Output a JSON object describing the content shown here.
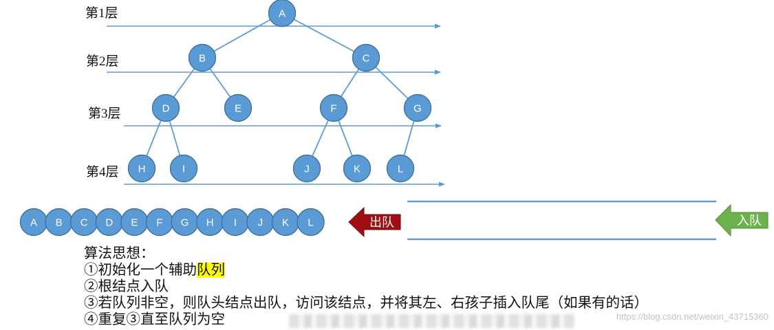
{
  "levels": [
    "第1层",
    "第2层",
    "第3层",
    "第4层"
  ],
  "tree": {
    "nodes": [
      "A",
      "B",
      "C",
      "D",
      "E",
      "F",
      "G",
      "H",
      "I",
      "J",
      "K",
      "L"
    ],
    "edges": [
      [
        0,
        1
      ],
      [
        0,
        2
      ],
      [
        1,
        3
      ],
      [
        1,
        4
      ],
      [
        2,
        5
      ],
      [
        2,
        6
      ],
      [
        3,
        7
      ],
      [
        3,
        8
      ],
      [
        5,
        9
      ],
      [
        5,
        10
      ],
      [
        6,
        11
      ]
    ]
  },
  "output_sequence": [
    "A",
    "B",
    "C",
    "D",
    "E",
    "F",
    "G",
    "H",
    "I",
    "J",
    "K",
    "L"
  ],
  "queue": {
    "dequeue_label": "出队",
    "enqueue_label": "入队"
  },
  "algorithm": {
    "title": "算法思想：",
    "steps": [
      {
        "text": "①初始化一个辅助",
        "highlight": "队列"
      },
      {
        "text": "②根结点入队"
      },
      {
        "text": "③若队列非空，则队头结点出队，访问该结点，并将其左、右孩子插入队尾（如果有的话）"
      },
      {
        "text": "④重复③直至队列为空"
      }
    ]
  },
  "watermark": "https://blog.csdn.net/weixin_43715360",
  "colors": {
    "node_fill": "#5b9bd5",
    "node_stroke": "#41719c",
    "line": "#5b9bd5",
    "dequeue_arrow": "#a00d12",
    "enqueue_arrow": "#6cb24c",
    "highlight": "#ffff00"
  }
}
